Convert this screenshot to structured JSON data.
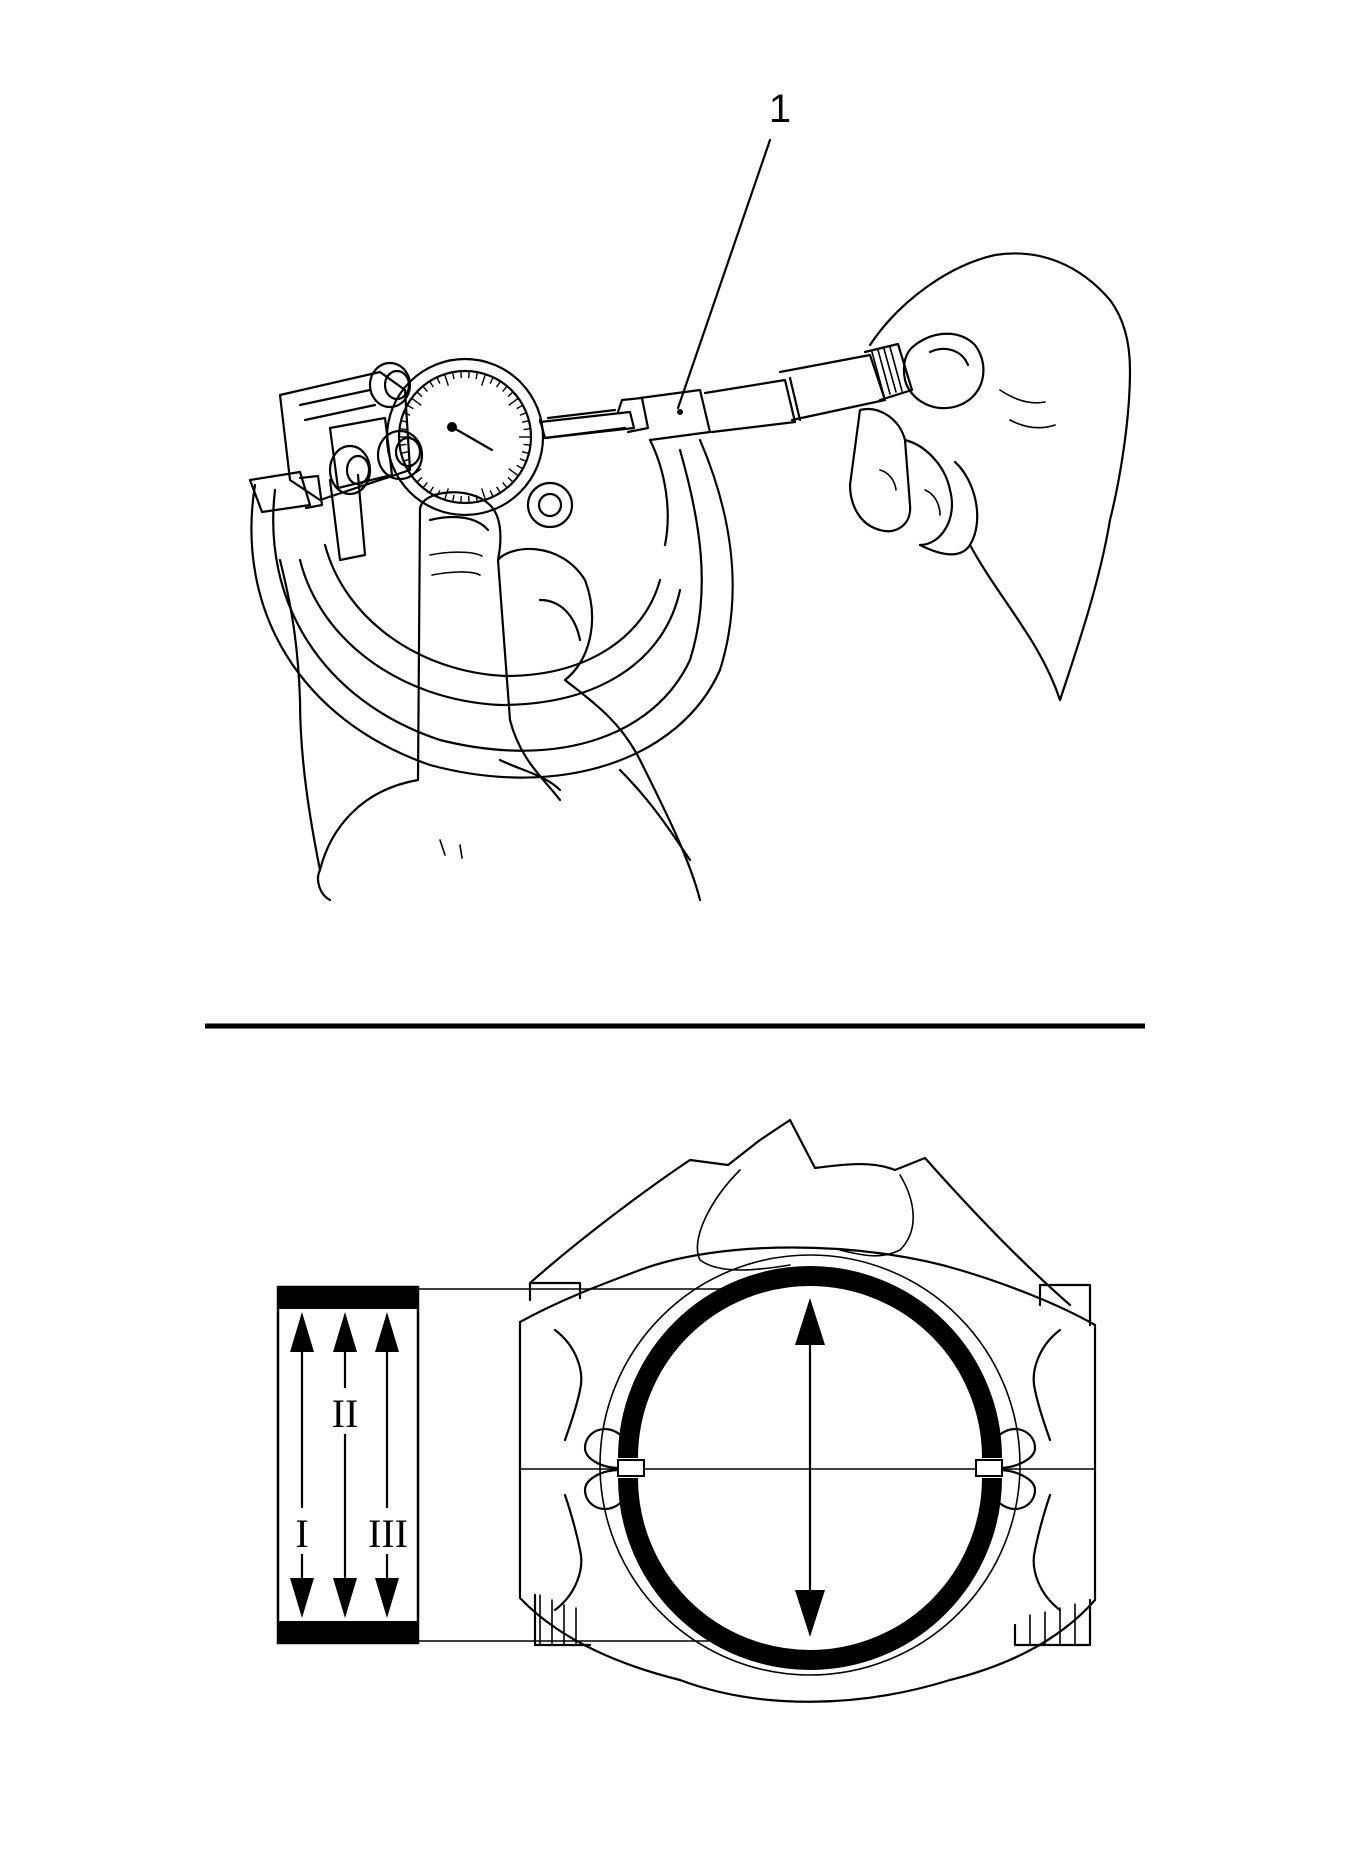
{
  "callouts": {
    "part_1": "1"
  },
  "dimensions": {
    "d1": "I",
    "d2": "II",
    "d3": "III"
  },
  "colors": {
    "line": "#000000",
    "background": "#ffffff"
  },
  "icons": {
    "micrometer": "micrometer-icon",
    "dial_indicator": "dial-gauge-icon",
    "connecting_rod": "connecting-rod-icon"
  }
}
